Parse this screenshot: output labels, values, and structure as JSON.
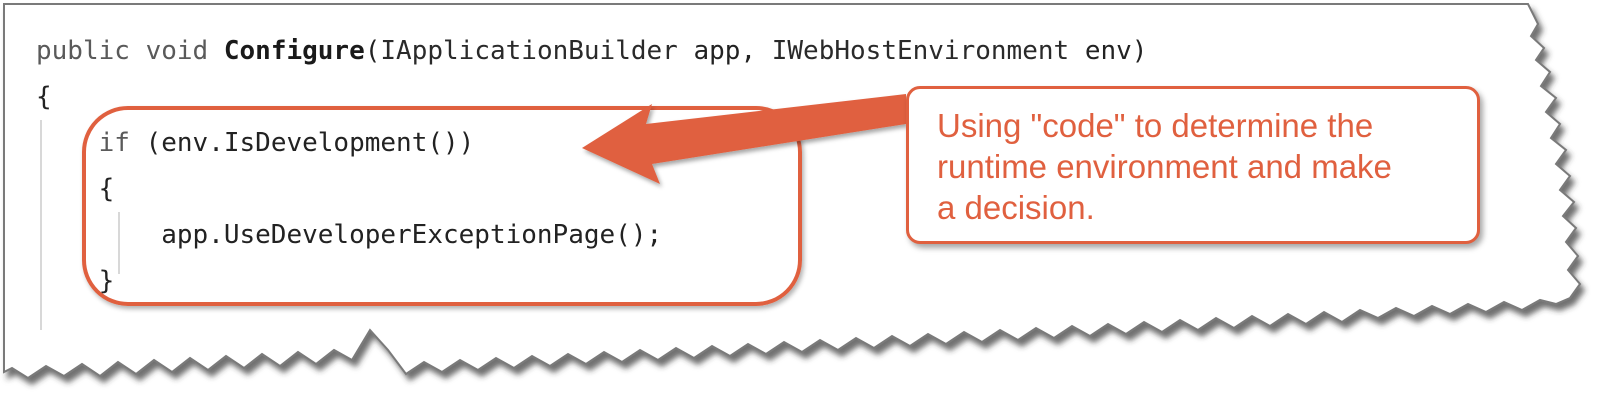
{
  "code_lines": [
    {
      "parts": [
        {
          "t": "public",
          "c": "kw"
        },
        {
          "t": " "
        },
        {
          "t": "void",
          "c": "kw"
        },
        {
          "t": " "
        },
        {
          "t": "Configure",
          "c": "fn"
        },
        {
          "t": "("
        },
        {
          "t": "IApplicationBuilder",
          "c": "ty"
        },
        {
          "t": " app, "
        },
        {
          "t": "IWebHostEnvironment",
          "c": "ty"
        },
        {
          "t": " env)"
        }
      ]
    },
    {
      "parts": [
        {
          "t": "{"
        }
      ]
    },
    {
      "parts": [
        {
          "t": "    "
        },
        {
          "t": "if",
          "c": "kw"
        },
        {
          "t": " (env.IsDevelopment())"
        }
      ]
    },
    {
      "parts": [
        {
          "t": "    {"
        }
      ]
    },
    {
      "parts": [
        {
          "t": "        app.UseDeveloperExceptionPage();"
        }
      ]
    },
    {
      "parts": [
        {
          "t": "    }"
        }
      ]
    }
  ],
  "callout": {
    "text_line1": "Using \"code\" to determine the",
    "text_line2": "runtime environment and make",
    "text_line3": "a decision."
  },
  "colors": {
    "accent": "#e0603f",
    "code_text": "#222222",
    "torn_edge_shadow": "#555555"
  }
}
